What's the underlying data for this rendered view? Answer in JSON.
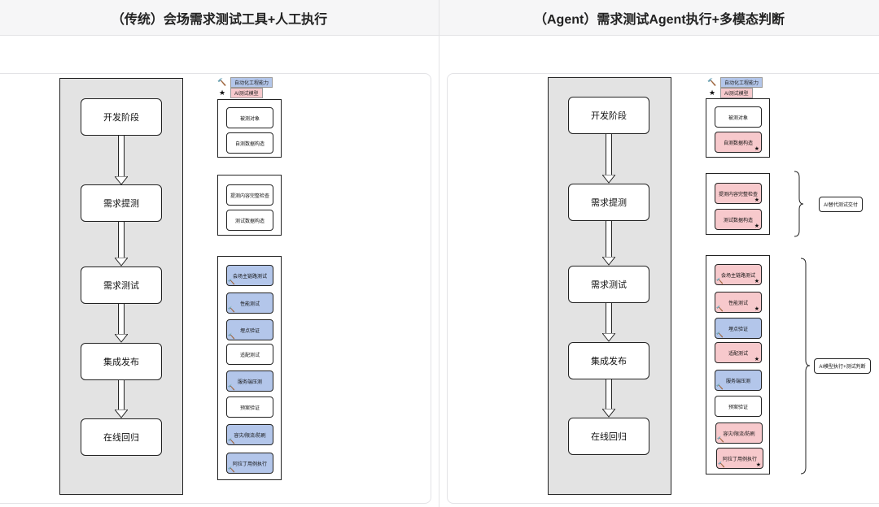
{
  "left": {
    "title": "（传统）会场需求测试工具+人工执行",
    "stages": [
      "开发阶段",
      "需求提测",
      "需求测试",
      "集成发布",
      "在线回归"
    ],
    "legend": {
      "tool_label": "自动化工程能力",
      "model_label": "AI测试模型",
      "tool_icon": "tool-icon",
      "star_icon": "star-icon"
    },
    "groups": [
      {
        "items": [
          {
            "label": "被测对象",
            "color": "white"
          },
          {
            "label": "自测数据构造",
            "color": "white"
          }
        ]
      },
      {
        "items": [
          {
            "label": "提测内容完整检查",
            "color": "white"
          },
          {
            "label": "测试数据构造",
            "color": "white"
          }
        ]
      },
      {
        "items": [
          {
            "label": "会场主链路测试",
            "color": "blue"
          },
          {
            "label": "性能测试",
            "color": "blue"
          },
          {
            "label": "埋点验证",
            "color": "blue"
          },
          {
            "label": "适配测试",
            "color": "white"
          },
          {
            "label": "服务端压测",
            "color": "blue"
          },
          {
            "label": "预案验证",
            "color": "white"
          },
          {
            "label": "容灾/限流/防刷",
            "color": "blue"
          },
          {
            "label": "阿拉丁用例执行",
            "color": "blue"
          }
        ]
      }
    ]
  },
  "right": {
    "title": "（Agent）需求测试Agent执行+多模态判断",
    "stages": [
      "开发阶段",
      "需求提测",
      "需求测试",
      "集成发布",
      "在线回归"
    ],
    "legend": {
      "tool_label": "自动化工程能力",
      "model_label": "AI测试模型"
    },
    "groups": [
      {
        "items": [
          {
            "label": "被测对象",
            "color": "white"
          },
          {
            "label": "自测数据构造",
            "color": "pink"
          }
        ]
      },
      {
        "items": [
          {
            "label": "提测内容完整检查",
            "color": "pink"
          },
          {
            "label": "测试数据构造",
            "color": "pink"
          }
        ]
      },
      {
        "items": [
          {
            "label": "会场主链路测试",
            "color": "pink"
          },
          {
            "label": "性能测试",
            "color": "pink"
          },
          {
            "label": "埋点验证",
            "color": "blue"
          },
          {
            "label": "适配测试",
            "color": "pink"
          },
          {
            "label": "服务端压测",
            "color": "blue"
          },
          {
            "label": "预案验证",
            "color": "white"
          },
          {
            "label": "容灾/限流/防刷",
            "color": "pink"
          },
          {
            "label": "阿拉丁用例执行",
            "color": "pink"
          }
        ]
      }
    ],
    "notes": [
      "AI替代测试交付",
      "AI模型执行+测试判断"
    ]
  },
  "colors": {
    "blue": "#b3c6ea",
    "pink": "#f7c9cc",
    "panel": "#e3e3e3"
  }
}
